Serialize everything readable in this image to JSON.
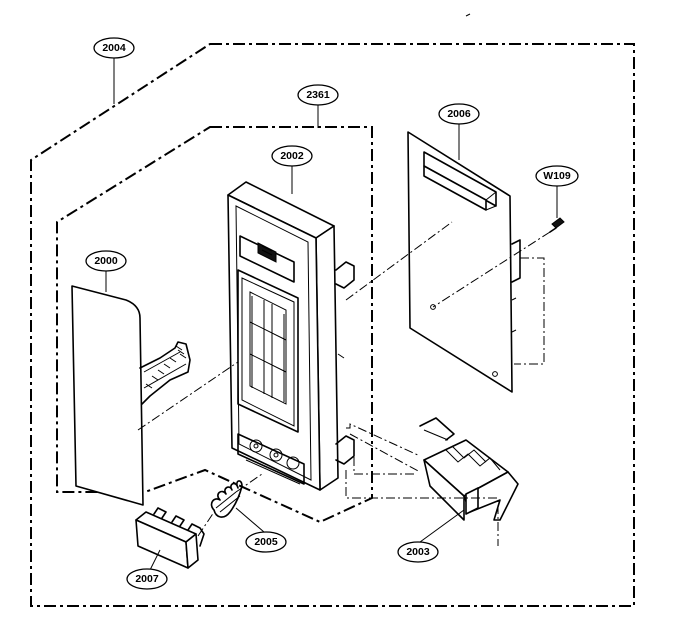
{
  "callouts": {
    "c2004": "2004",
    "c2361": "2361",
    "c2002": "2002",
    "c2006": "2006",
    "cW109": "W109",
    "c2000": "2000",
    "c2005": "2005",
    "c2007": "2007",
    "c2003": "2003"
  }
}
